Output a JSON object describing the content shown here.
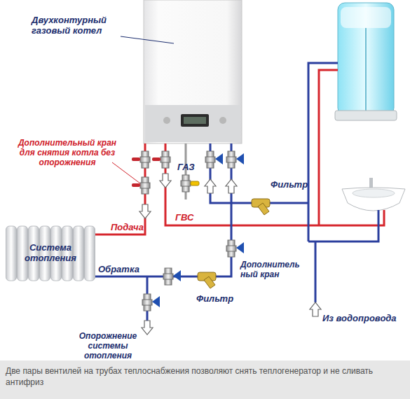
{
  "diagram": {
    "caption": "Две пары вентилей на трубах теплоснабжения позволяют снять теплогенератор и не сливать антифриз",
    "nodes": [
      {
        "text": [
          "Система отопления"
        ]
      }
    ],
    "labels": [
      "Двухконтурный газовый котел",
      "Дополнительный кран для снятия котла без опорожнения",
      "ГАЗ",
      "Фильтр",
      "Подача",
      "ГВС",
      "Обратка",
      "Дополнитель ный кран",
      "Фильтр",
      "Опорожнение системы отопления",
      "Из водопровода"
    ]
  }
}
